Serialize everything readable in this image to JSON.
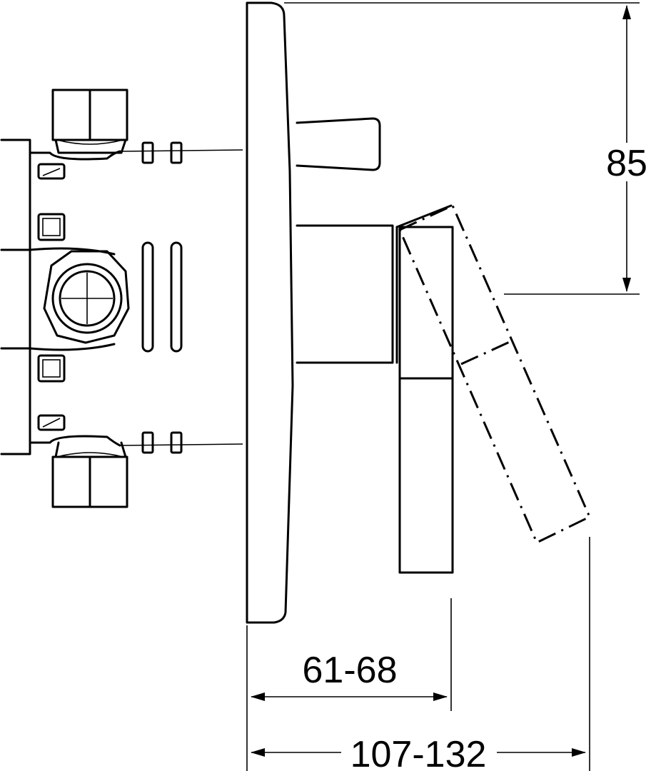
{
  "drawing": {
    "dimensions": {
      "height_label": "85",
      "depth_short_label": "61-68",
      "depth_total_label": "107-132"
    }
  }
}
